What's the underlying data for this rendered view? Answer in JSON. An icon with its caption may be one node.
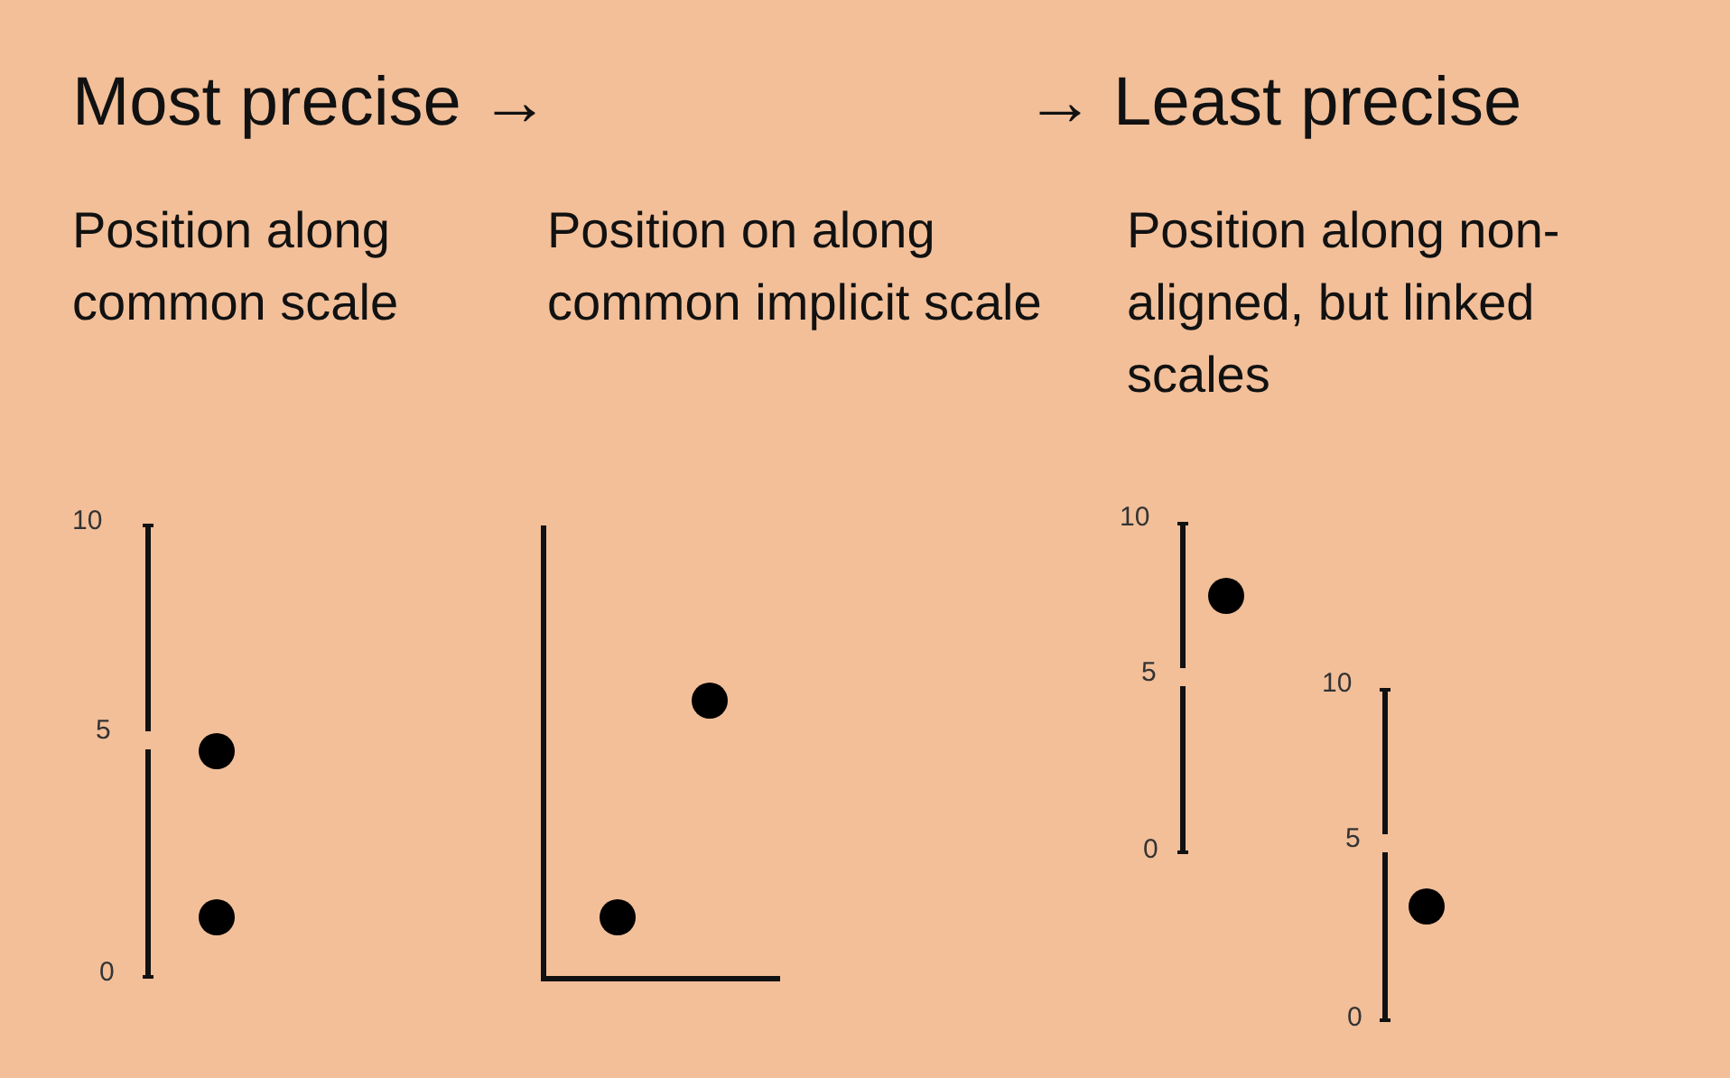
{
  "diagram": {
    "labels": [
      "Most precise →",
      "→ Least precise",
      "Position along common scale",
      "Position on along common implicit scale",
      "Position along non-aligned, but linked scales",
      "10",
      "5",
      "0",
      "10",
      "5",
      "0",
      "10",
      "5",
      "0"
    ]
  }
}
